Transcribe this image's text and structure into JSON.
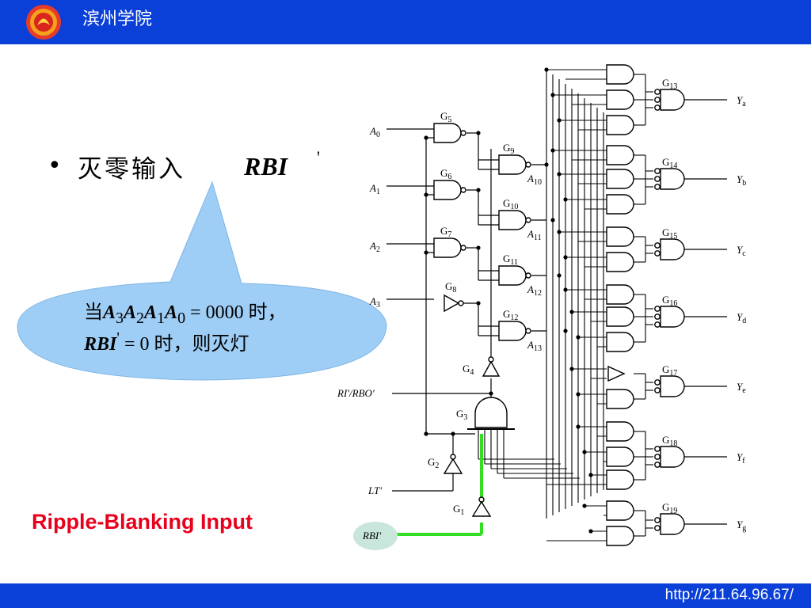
{
  "header": {
    "school_name": "滨州学院"
  },
  "footer": {
    "url": "http://211.64.96.67/"
  },
  "bullet": {
    "text": "灭零输入",
    "signal": "RBI",
    "signal_prime": "'"
  },
  "callout": {
    "prefix": "当",
    "eq_rhs": "= 0000",
    "suffix1": "时，",
    "rbi": "RBI",
    "prime": "'",
    "eq2": "= 0",
    "suffix2": "时，则灭灯"
  },
  "caption": "Ripple-Blanking Input",
  "circuit": {
    "inputs": [
      {
        "name": "A",
        "sub": "0"
      },
      {
        "name": "A",
        "sub": "1"
      },
      {
        "name": "A",
        "sub": "2"
      },
      {
        "name": "A",
        "sub": "3"
      }
    ],
    "mid_labels": [
      {
        "name": "A",
        "sub": "10"
      },
      {
        "name": "A",
        "sub": "11"
      },
      {
        "name": "A",
        "sub": "12"
      },
      {
        "name": "A",
        "sub": "13"
      }
    ],
    "gates_left": [
      {
        "name": "G",
        "sub": "5"
      },
      {
        "name": "G",
        "sub": "6"
      },
      {
        "name": "G",
        "sub": "7"
      },
      {
        "name": "G",
        "sub": "8"
      }
    ],
    "gates_mid": [
      {
        "name": "G",
        "sub": "9"
      },
      {
        "name": "G",
        "sub": "10"
      },
      {
        "name": "G",
        "sub": "11"
      },
      {
        "name": "G",
        "sub": "12"
      }
    ],
    "gates_control": [
      {
        "name": "G",
        "sub": "4"
      },
      {
        "name": "G",
        "sub": "3"
      },
      {
        "name": "G",
        "sub": "2"
      },
      {
        "name": "G",
        "sub": "1"
      }
    ],
    "gates_out": [
      {
        "name": "G",
        "sub": "13"
      },
      {
        "name": "G",
        "sub": "14"
      },
      {
        "name": "G",
        "sub": "15"
      },
      {
        "name": "G",
        "sub": "16"
      },
      {
        "name": "G",
        "sub": "17"
      },
      {
        "name": "G",
        "sub": "18"
      },
      {
        "name": "G",
        "sub": "19"
      }
    ],
    "outputs": [
      {
        "name": "Y",
        "sub": "a"
      },
      {
        "name": "Y",
        "sub": "b"
      },
      {
        "name": "Y",
        "sub": "c"
      },
      {
        "name": "Y",
        "sub": "d"
      },
      {
        "name": "Y",
        "sub": "e"
      },
      {
        "name": "Y",
        "sub": "f"
      },
      {
        "name": "Y",
        "sub": "g"
      }
    ],
    "ri_rbo_label": "RI'/RBO'",
    "lt_label": "LT'",
    "rbi_label": "RBI'",
    "highlight_color": "#33dd22",
    "rbi_bubble_color": "#c9e6dc"
  },
  "colors": {
    "bar": "#0a3fd8",
    "callout_fill": "#9ecdf5",
    "caption": "#e8001c"
  }
}
